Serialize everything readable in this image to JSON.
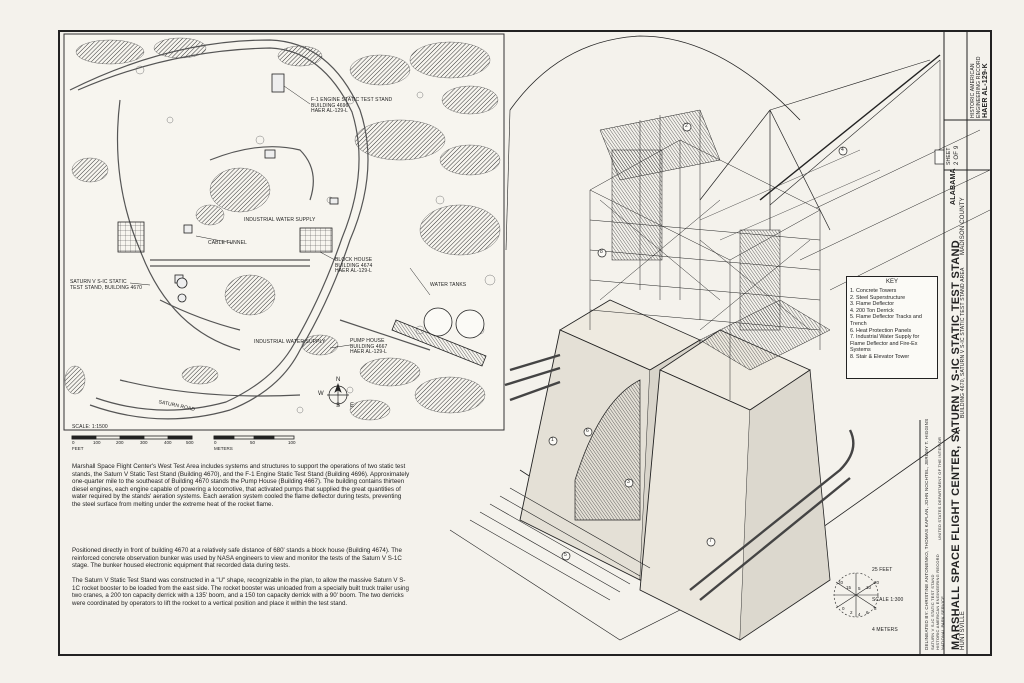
{
  "map": {
    "labels": [
      {
        "id": "f1-engine-stand",
        "text": "F-1 ENGINE STATIC TEST STAND\nBUILDING 4696\nHAER AL-129-L"
      },
      {
        "id": "industrial-water-supply-1",
        "text": "INDUSTRIAL WATER SUPPLY"
      },
      {
        "id": "cable-tunnel",
        "text": "CABLE TUNNEL"
      },
      {
        "id": "block-house",
        "text": "BLOCK HOUSE\nBUILDING 4674\nHAER AL-129-L"
      },
      {
        "id": "saturn-v-stand",
        "text": "SATURN V  S-IC STATIC\nTEST STAND, BUILDING 4670"
      },
      {
        "id": "water-tanks",
        "text": "WATER TANKS"
      },
      {
        "id": "industrial-water-supply-2",
        "text": "INDUSTRIAL WATER SUPPLY"
      },
      {
        "id": "pump-house",
        "text": "PUMP HOUSE\nBUILDING 4667\nHAER AL-129-L"
      },
      {
        "id": "saturn-road",
        "text": "SATURN ROAD"
      }
    ],
    "compass": {
      "n": "N",
      "s": "S",
      "e": "E",
      "w": "W"
    },
    "scale_label": "SCALE: 1:1500",
    "scale_feet_ticks": [
      "0",
      "100",
      "200",
      "300",
      "400",
      "500"
    ],
    "scale_feet_unit": "FEET",
    "scale_meter_ticks": [
      "0",
      "50",
      "100"
    ],
    "scale_meter_unit": "METERS"
  },
  "description": [
    "Marshall Space Flight Center's West Test Area includes systems and structures to support the operations of two static test stands, the Saturn V Static Test Stand (Building 4670), and the F-1 Engine Static Test Stand (Building 4696). Approximately one-quarter mile to the southeast of Building 4670 stands the Pump House (Building 4667). The building contains thirteen diesel engines, each engine capable of powering a locomotive, that activated pumps that supplied the great quantities of water required by the stands' aeration systems. Each aeration system cooled the flame deflector during tests, preventing the steel surface from melting under the extreme heat of the rocket flame.",
    "Positioned directly in front of building 4670 at a relatively safe distance of 680' stands a block house (Building 4674). The reinforced concrete observation bunker was used by NASA engineers to view and monitor the tests of the Saturn V S-1C stage. The bunker housed electronic equipment that recorded data during tests.",
    "The Saturn V Static Test Stand was constructed in a \"U\" shape, recognizable in the plan, to allow the massive Saturn V S-1C rocket booster to be loaded from the east side. The rocket booster was unloaded from a specially built truck trailer using two cranes, a 200 ton capacity derrick with a 135' boom, and a 150 ton capacity derrick with a 90' boom. The two derricks were coordinated by operators to lift the rocket to a vertical position and place it within the test stand."
  ],
  "key": {
    "title": "KEY",
    "items": [
      "1. Concrete Towers",
      "2. Steel Superstructure",
      "3. Flame Deflector",
      "4. 200 Ton Derrick",
      "5. Flame Deflector Tracks and Trench",
      "6. Heat Protection Panels",
      "7. Industrial Water Supply for Flame Deflector and Fire-Ex Systems",
      "8. Stair & Elevator Tower"
    ]
  },
  "callouts": [
    "1",
    "2",
    "3",
    "4",
    "5",
    "6",
    "7",
    "8"
  ],
  "small_scale": {
    "feet_label": "25 FEET",
    "scale_label": "SCALE 1:300",
    "meters_label": "4 METERS",
    "numbers": [
      "20",
      "15",
      "10",
      "5",
      "0",
      "5",
      "10",
      "15",
      "20",
      "0",
      "2",
      "4",
      "6",
      "8"
    ]
  },
  "title_block": {
    "main_title": "MARSHALL SPACE FLIGHT CENTER, SATURN V S-IC STATIC TEST STAND",
    "sub_title": "BUILDING 4670, SATURN V S-IC STATIC TEST STAND AREA",
    "city": "HUNTSVILLE",
    "county": "MADISON COUNTY",
    "state": "ALABAMA",
    "sheet_label": "SHEET",
    "sheet_number": "2 OF 9",
    "survey": "HISTORIC AMERICAN ENGINEERING RECORD",
    "haer_number": "HAER AL-129-K",
    "delineator": "DELINEATED BY: CHRISTINE ANTONENKO, THOMAS KAPLAN, JOHN NOCHTEL, JEREMY T. HIGGINS",
    "agency_lines": [
      "SATURN V S-IC STATIC TEST STAND",
      "HISTORIC AMERICAN ENGINEERING RECORD",
      "NATIONAL PARK SERVICE",
      "UNITED STATES DEPARTMENT OF THE INTERIOR"
    ]
  }
}
